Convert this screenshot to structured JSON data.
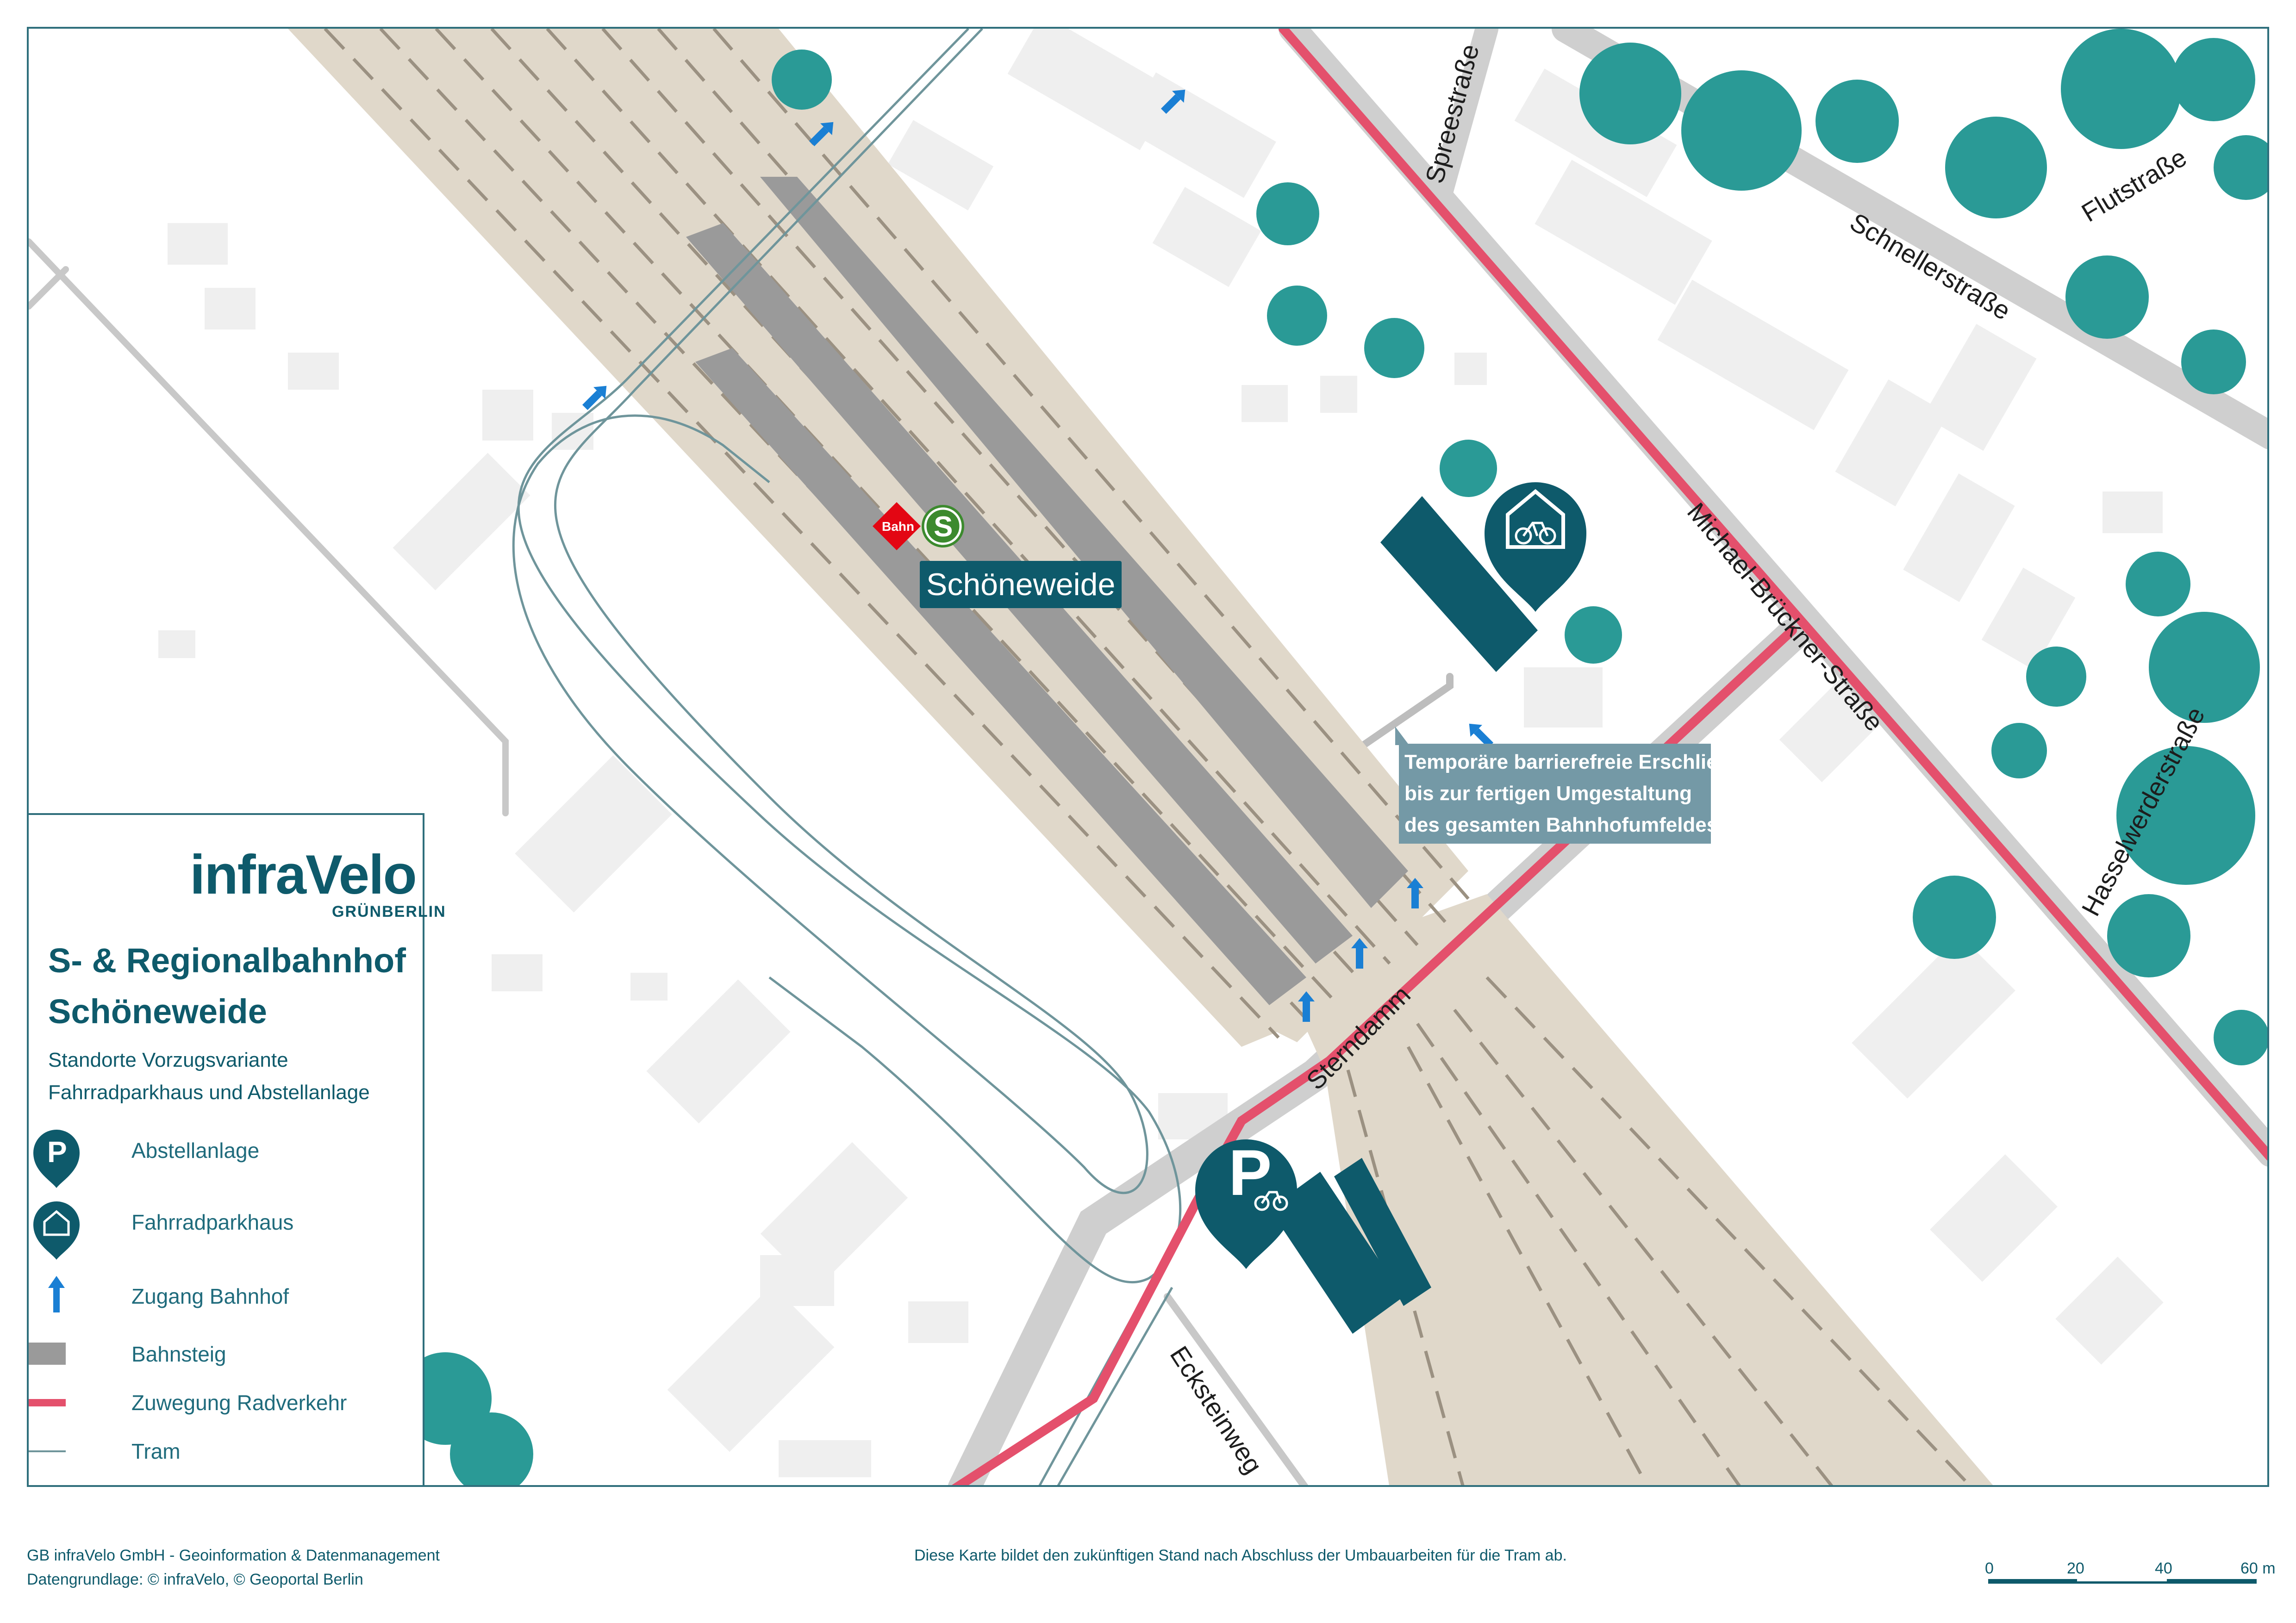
{
  "brand": {
    "logo_text": "infraVelo",
    "logo_subtext": "GRÜNBERLIN"
  },
  "legend": {
    "title_line1": "S- & Regionalbahnhof",
    "title_line2": "Schöneweide",
    "subtitle_line1": "Standorte Vorzugsvariante",
    "subtitle_line2": "Fahrradparkhaus und Abstellanlage",
    "items": [
      {
        "label": "Abstellanlage",
        "icon": "bike-parking-pin-icon"
      },
      {
        "label": "Fahrradparkhaus",
        "icon": "bike-garage-pin-icon"
      },
      {
        "label": "Zugang Bahnhof",
        "icon": "access-arrow-icon"
      },
      {
        "label": "Bahnsteig",
        "icon": "platform-swatch"
      },
      {
        "label": "Zuwegung Radverkehr",
        "icon": "bike-route-line"
      },
      {
        "label": "Tram",
        "icon": "tram-line"
      }
    ]
  },
  "map": {
    "station_label": "Schöneweide",
    "bahn_logo": "Bahn",
    "sbahn_logo": "S",
    "note_lines": [
      "Temporäre barrierefreie Erschließung",
      "bis zur fertigen Umgestaltung",
      "des gesamten Bahnhofumfeldes"
    ],
    "streets": {
      "spreestrasse": "Spreestraße",
      "schnellerstrasse": "Schnellerstraße",
      "flutstrasse": "Flutstraße",
      "michael_brueckner": "Michael-Brückner-Straße",
      "hasselwerderstrasse": "Hasselwerderstraße",
      "sterndamm": "Sterndamm",
      "ecksteinweg": "Ecksteinweg"
    }
  },
  "footer": {
    "org": "GB infraVelo GmbH - Geoinformation & Datenmanagement",
    "source": "Datengrundlage: © infraVelo, © Geoportal Berlin",
    "note": "Diese Karte bildet den zukünftigen Stand nach Abschluss der Umbauarbeiten für die Tram ab.",
    "scale_labels": [
      "0",
      "20",
      "40",
      "60 m"
    ]
  },
  "colors": {
    "teal": "#0e5a6b",
    "rail_area": "#e0d8ca",
    "platform": "#9a9a9a",
    "bike_route": "#e4506c",
    "road": "#cfcfcf",
    "building": "#efefef",
    "tree": "#2a9a96",
    "access_arrow": "#1a7fd4",
    "tram": "#6f959b"
  }
}
